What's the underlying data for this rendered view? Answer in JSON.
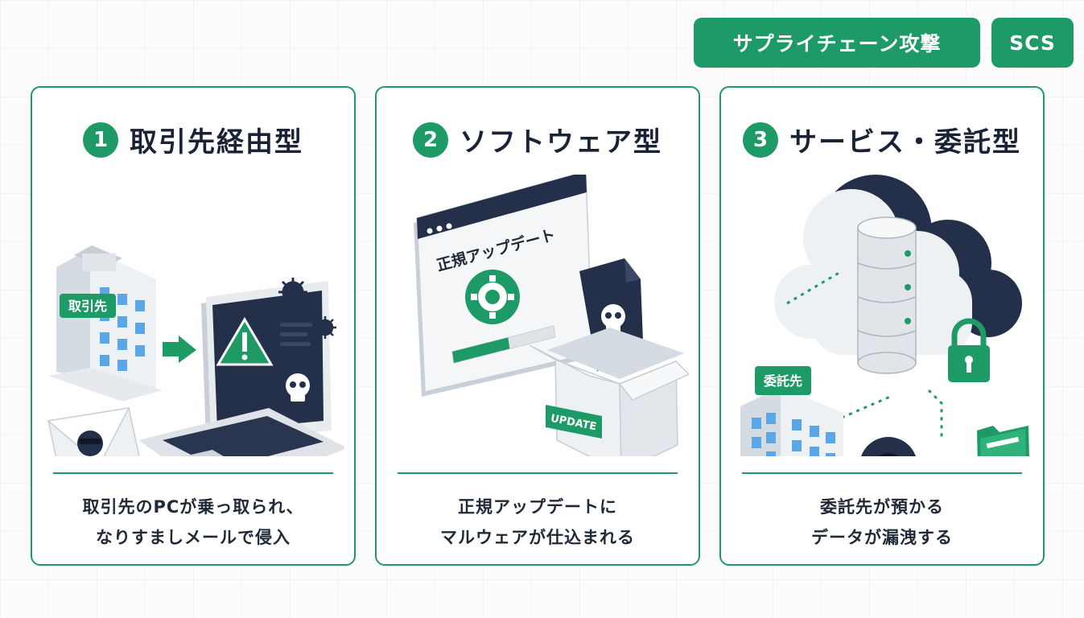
{
  "colors": {
    "accent": "#1e9a66",
    "navy": "#24304a",
    "light_gray": "#e9ecef"
  },
  "header": {
    "topic_tag": "サプライチェーン攻撃",
    "abbr_tag": "SCS"
  },
  "cards": [
    {
      "number": "1",
      "title": "取引先経由型",
      "illustration_label": "取引先",
      "description": [
        "取引先のPCが乗っ取られ、",
        "なりすましメールで侵入"
      ],
      "icons": [
        "building-icon",
        "arrow-right-icon",
        "laptop-icon",
        "warning-icon",
        "skull-icon",
        "virus-icon",
        "envelope-icon",
        "hacker-icon",
        "id-card-icon"
      ]
    },
    {
      "number": "2",
      "title": "ソフトウェア型",
      "illustration_label": "正規アップデート",
      "update_label": "UPDATE",
      "progress": 0.55,
      "description": [
        "正規アップデートに",
        "マルウェアが仕込まれる"
      ],
      "icons": [
        "browser-window-icon",
        "gear-icon",
        "progress-bar-icon",
        "skull-file-icon",
        "open-box-icon"
      ]
    },
    {
      "number": "3",
      "title": "サービス・委託型",
      "illustration_label": "委託先",
      "description": [
        "委託先が預かる",
        "データが漏洩する"
      ],
      "icons": [
        "cloud-icon",
        "database-icon",
        "lock-icon",
        "building-icon",
        "hooded-hacker-icon",
        "laptop-icon",
        "folder-icon"
      ]
    }
  ]
}
